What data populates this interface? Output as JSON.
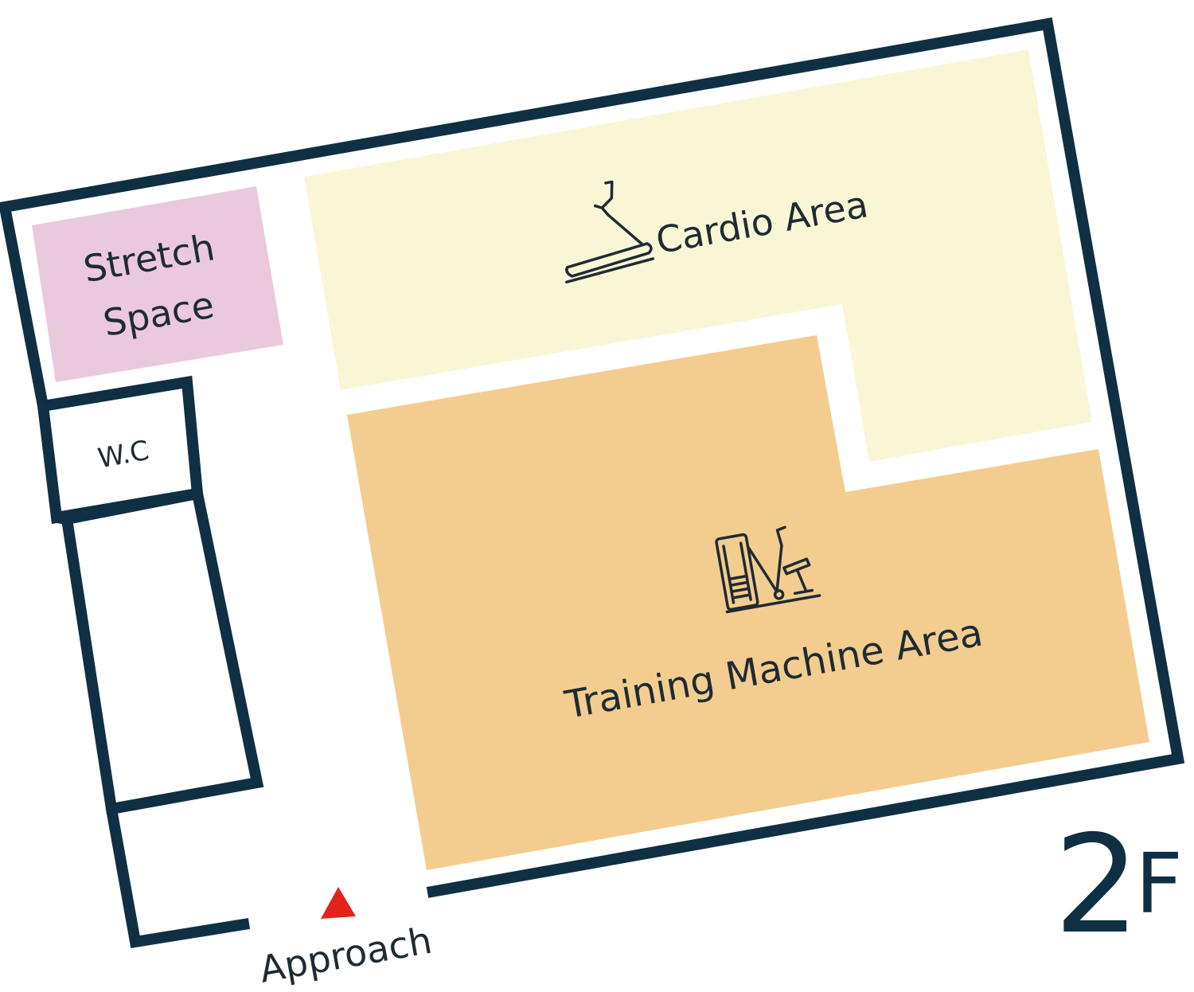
{
  "floor": {
    "number": "2",
    "suffix": "F"
  },
  "rooms": {
    "stretch": {
      "line1": "Stretch",
      "line2": "Space",
      "color": "#ebc9dc"
    },
    "cardio": {
      "label": "Cardio Area",
      "icon": "treadmill-icon",
      "color": "#f9f6d6"
    },
    "training": {
      "label": "Training Machine Area",
      "icon": "weight-machine-icon",
      "color": "#f3cd8f"
    },
    "wc": {
      "label": "W.C"
    }
  },
  "approach": {
    "label": "Approach",
    "marker_color": "#e2231a"
  },
  "colors": {
    "wall": "#0f3044",
    "text": "#1f2b33"
  }
}
